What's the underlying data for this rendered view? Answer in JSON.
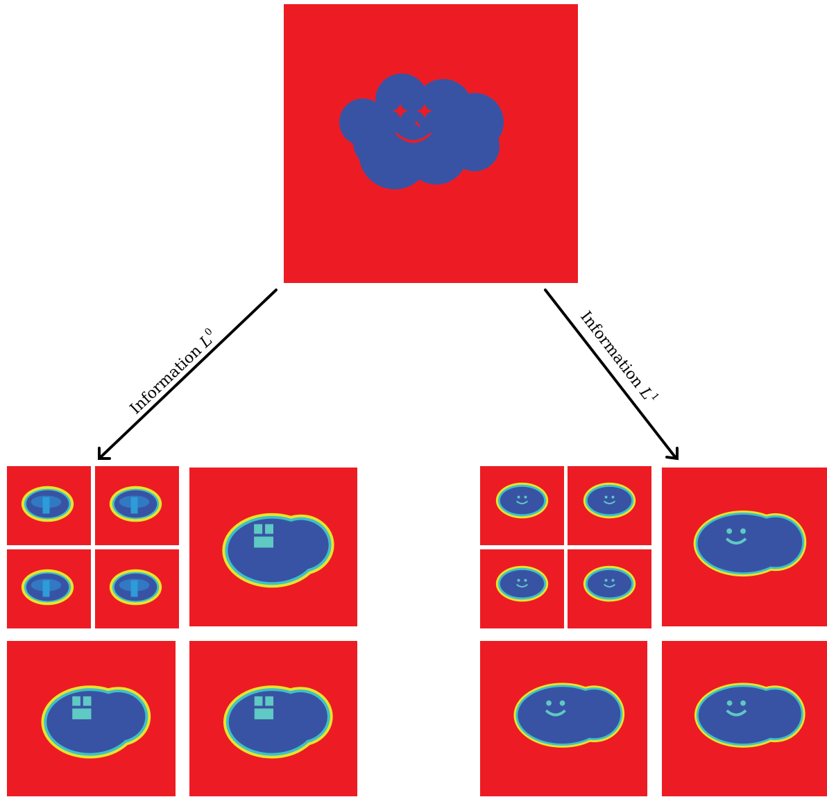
{
  "top_image": {
    "name": "original-cloud-image"
  },
  "left_branch": {
    "label_text": "Information ",
    "label_symbol": "L",
    "label_sup": "0"
  },
  "right_branch": {
    "label_text": "Information ",
    "label_symbol": "L",
    "label_sup": "1"
  },
  "colors": {
    "background": "#ed1c24",
    "cloud": "#3953a4",
    "halo_yellow": "#e8e32a",
    "halo_cyan": "#3fc0c8",
    "face_cyan": "#5fc9c3"
  }
}
